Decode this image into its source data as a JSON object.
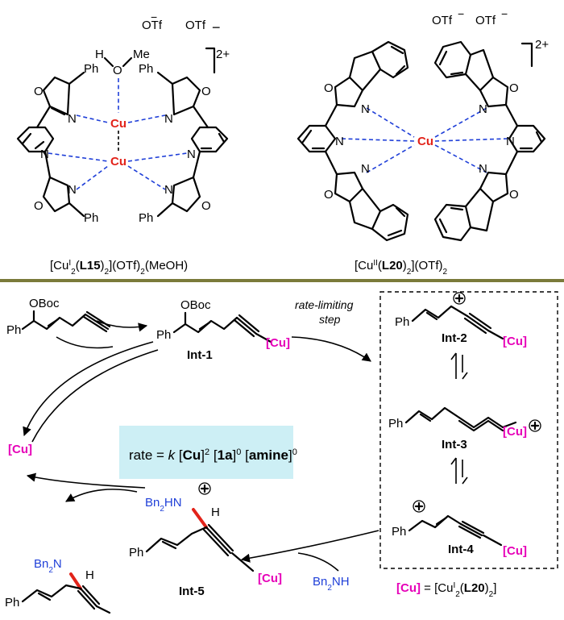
{
  "top_left": {
    "counterions": [
      "OTf",
      "OTf"
    ],
    "charge": "2+",
    "methanol": [
      "H",
      "O",
      "Me"
    ],
    "metal": [
      "Cu",
      "Cu"
    ],
    "atoms": {
      "O": "O",
      "N": "N",
      "Ph": "Ph"
    },
    "caption": {
      "p1": "[Cu",
      "sup": "I",
      "sub": "2",
      "p2": "(",
      "bold": "L15",
      "p3": ")",
      "sub2": "2",
      "p4": "](OTf)",
      "sub3": "2",
      "p5": "(MeOH)"
    }
  },
  "top_right": {
    "counterions": [
      "OTf",
      "OTf"
    ],
    "charge": "2+",
    "metal": "Cu",
    "caption": {
      "p1": "[Cu",
      "sup": "II",
      "p2": "(",
      "bold": "L20",
      "p3": ")",
      "sub": "2",
      "p4": "](OTf)",
      "sub2": "2"
    }
  },
  "divider_color": "#7a7a3a",
  "scheme": {
    "substrate": {
      "OBoc": "OBoc",
      "Ph": "Ph"
    },
    "int1": {
      "OBoc": "OBoc",
      "Ph": "Ph",
      "cu": "[Cu]",
      "label": "Int-1"
    },
    "step_label": [
      "rate-limiting",
      "step"
    ],
    "int2": {
      "Ph": "Ph",
      "cu": "[Cu]",
      "label": "Int-2"
    },
    "int3": {
      "Ph": "Ph",
      "cu": "[Cu]",
      "label": "Int-3"
    },
    "int4": {
      "Ph": "Ph",
      "cu": "[Cu]",
      "label": "Int-4"
    },
    "int5": {
      "amine": "Bn",
      "amine_sub": "2",
      "amine_h": "HN",
      "H": "H",
      "Ph": "Ph",
      "cu": "[Cu]",
      "label": "Int-5"
    },
    "catalyst": "[Cu]",
    "reagent": {
      "t1": "Bn",
      "sub": "2",
      "t2": "NH"
    },
    "product": {
      "t1": "Bn",
      "sub": "2",
      "t2": "N",
      "H": "H",
      "Ph": "Ph"
    },
    "rate_law": {
      "t1": "rate = ",
      "k": "k",
      "t2": " [",
      "cu": "Cu",
      "t3": "]",
      "e1": "2",
      "t4": " [",
      "sub": "1a",
      "t5": "]",
      "e2": "0",
      "t6": " [",
      "amine": "amine",
      "t7": "]",
      "e3": "0"
    },
    "definition": {
      "cu": "[Cu]",
      "t1": " = [Cu",
      "sup": "I",
      "sub": "2",
      "t2": "(",
      "bold": "L20",
      "t3": ")",
      "sub2": "2",
      "t4": "]"
    },
    "colors": {
      "magenta": "#e600b8",
      "red": "#e2231a",
      "blue": "#1f3fd8",
      "rate_box": "#cdeff5"
    }
  }
}
